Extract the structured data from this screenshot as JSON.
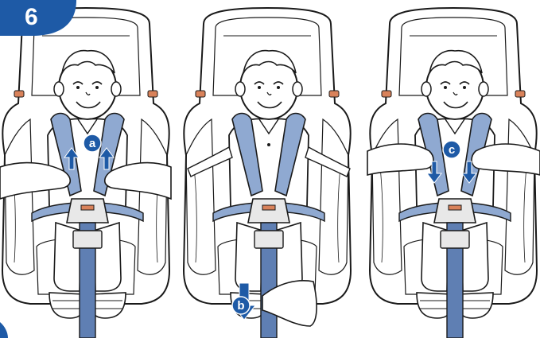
{
  "step": {
    "number": "6"
  },
  "panels": [
    {
      "marker": "a",
      "action": "pull-up"
    },
    {
      "marker": "b",
      "action": "pull-down"
    },
    {
      "marker": "c",
      "action": "push-down"
    }
  ],
  "colors": {
    "accent": "#1e5aa6",
    "strap": "#8fa9d1",
    "strap_dark": "#5f7fb3",
    "outline": "#1a1a1a",
    "headrest_orange": "#d9825a"
  }
}
